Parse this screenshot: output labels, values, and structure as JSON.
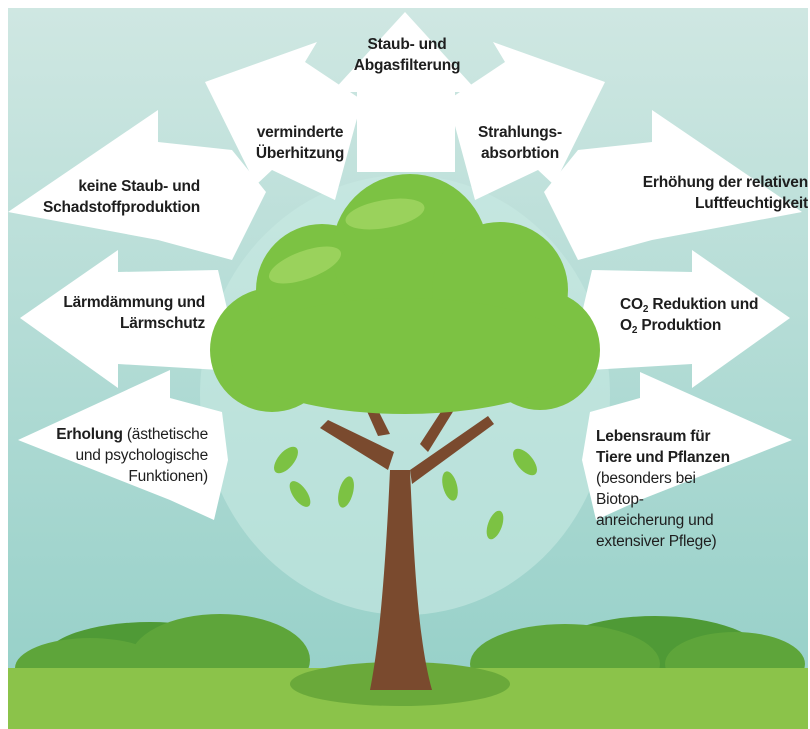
{
  "labels": {
    "staub": {
      "line1": "Staub- und",
      "line2": "Abgasfilterung"
    },
    "ueberhitzung": {
      "line1": "verminderte",
      "line2": "Überhitzung"
    },
    "strahlung": {
      "line1": "Strahlungs-",
      "line2": "absorbtion"
    },
    "keine_staub": {
      "line1": "keine Staub- und",
      "line2": "Schadstoffproduktion"
    },
    "luftfeuchtigkeit": {
      "line1": "Erhöhung der relativen",
      "line2": "Luftfeuchtigkeit"
    },
    "laerm": {
      "line1": "Lärmdämmung und",
      "line2": "Lärmschutz"
    },
    "co2": {
      "co_prefix": "CO",
      "co_sub": "2",
      "co_suffix": " Reduktion und",
      "o_prefix": "O",
      "o_sub": "2",
      "o_suffix": " Produktion"
    },
    "erholung": {
      "bold": "Erholung",
      "rest": " (ästhetische",
      "line2": "und psychologische",
      "line3": "Funktionen)"
    },
    "lebensraum": {
      "bold1": "Lebensraum für",
      "bold2": "Tiere und Pflanzen",
      "line3": "(besonders bei",
      "line4": "Biotop-",
      "line5": "anreicherung und",
      "line6": "extensiver Pflege)"
    }
  },
  "colors": {
    "sky_top": "#cfe7e2",
    "sky_bottom": "#8fcdc6",
    "arrow": "#ffffff",
    "canopy": "#7cc243",
    "canopy_light": "#9ad25c",
    "trunk": "#7a4a2e",
    "bush": "#5ea53a",
    "ground": "#8bc34a"
  }
}
